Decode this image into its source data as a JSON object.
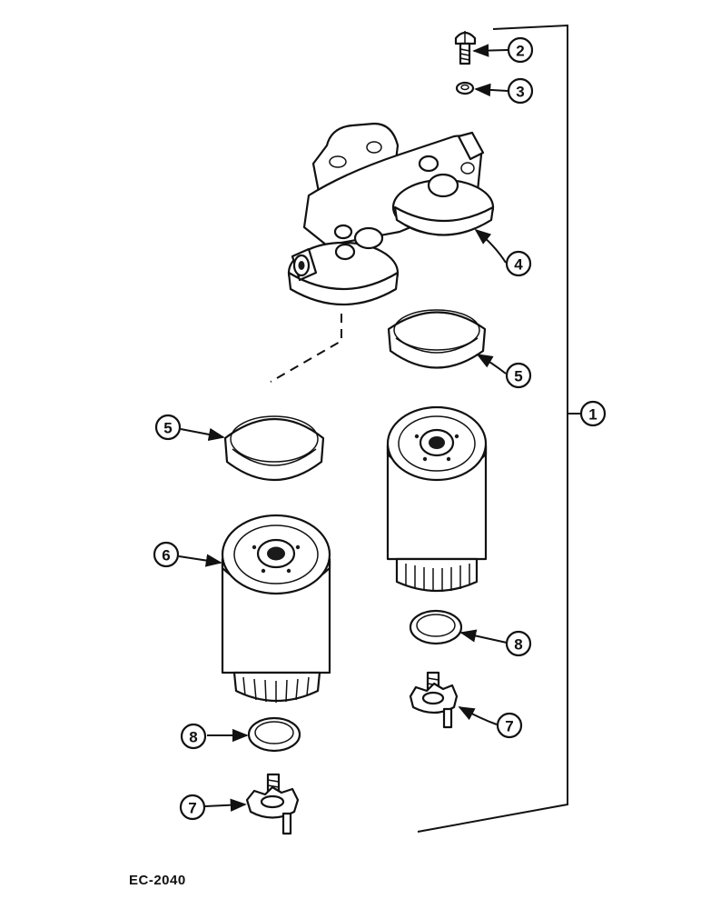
{
  "figure": {
    "reference_code": "EC-2040",
    "callouts": [
      "1",
      "2",
      "3",
      "4",
      "5",
      "5",
      "6",
      "7",
      "7",
      "8",
      "8"
    ]
  }
}
